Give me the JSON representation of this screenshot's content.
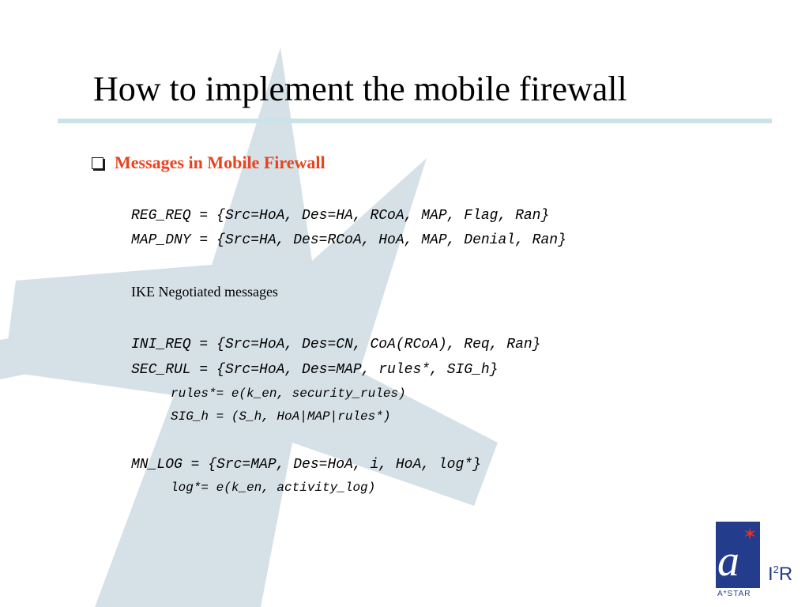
{
  "slide": {
    "title": "How to implement the mobile firewall",
    "bullet": "Messages in Mobile Firewall",
    "lines": [
      "REG_REQ = {Src=HoA, Des=HA, RCoA, MAP, Flag, Ran}",
      "MAP_DNY = {Src=HA, Des=RCoA, HoA, MAP, Denial, Ran}",
      "IKE Negotiated messages",
      "INI_REQ = {Src=HoA, Des=CN, CoA(RCoA), Req, Ran}",
      "SEC_RUL = {Src=HoA, Des=MAP, rules*, SIG_h}",
      "rules*= e(k_en, security_rules)",
      "SIG_h = (S_h, HoA|MAP|rules*)",
      "MN_LOG = {Src=MAP, Des=HoA, i, HoA, log*}",
      "log*= e(k_en, activity_log)"
    ]
  },
  "logo": {
    "mark": "a",
    "star": "✶",
    "org_text": "A*STAR",
    "i2r_prefix": "I",
    "i2r_sup": "2",
    "i2r_suffix": "R"
  },
  "colors": {
    "accent": "#e8431e",
    "title_rule": "#c9e3e8",
    "watermark": "#d6e1e7",
    "logo_blue": "#243c8c",
    "logo_star": "#e0302a"
  },
  "icons": {
    "bullet": "square-bullet-icon",
    "background": "star-watermark-icon"
  }
}
